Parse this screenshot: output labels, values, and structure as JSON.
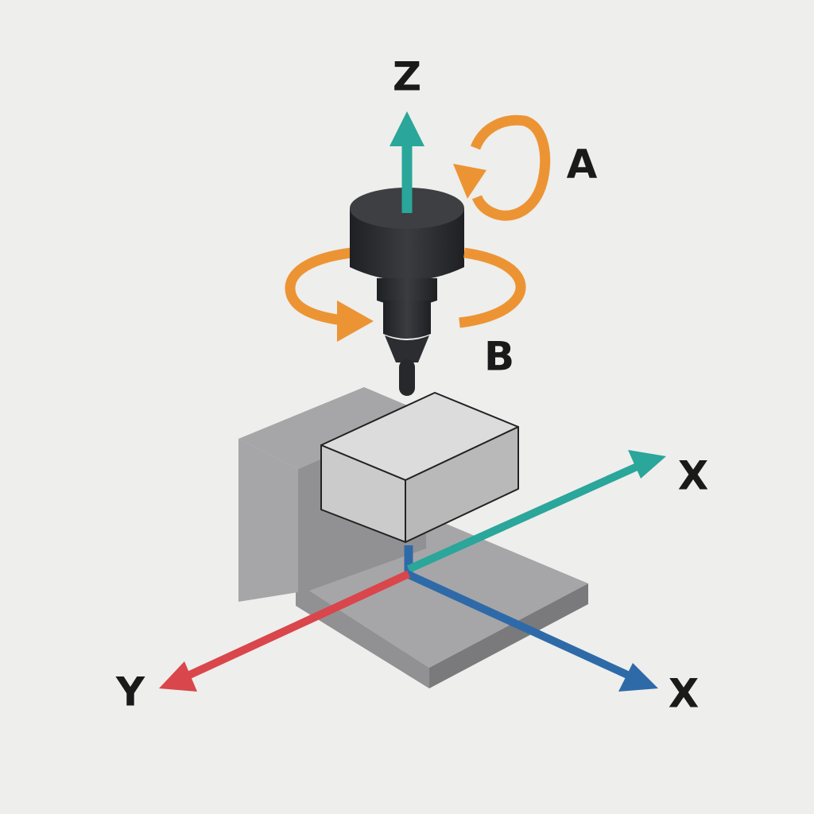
{
  "labels": {
    "z": "Z",
    "a": "A",
    "b": "B",
    "x_upper": "X",
    "x_lower": "X",
    "y": "Y"
  },
  "colors": {
    "background": "#eeeeec",
    "z_axis": "#2aa69a",
    "x_axis_upper": "#2aa69a",
    "x_axis_lower": "#2f6aa8",
    "y_axis": "#d9464b",
    "rotation_arrows": "#ec9434",
    "spindle": "#2b2d30",
    "workpiece_top": "#dcdcdc",
    "workpiece_front": "#cbcbcb",
    "workpiece_side": "#b9b9b9",
    "fixture_light": "#a6a6a8",
    "fixture_mid": "#919193",
    "fixture_dark": "#7a7a7c",
    "label_text": "#1a1a1a"
  },
  "icons": {
    "a_rotation": "circular-arrow-icon",
    "b_rotation": "circular-arrow-icon"
  }
}
